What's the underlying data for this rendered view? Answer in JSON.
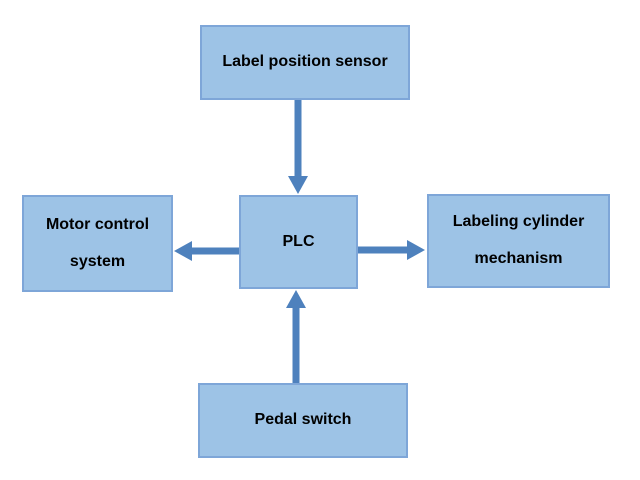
{
  "diagram": {
    "type": "block-diagram",
    "nodes": [
      {
        "id": "label-position-sensor",
        "label": "Label position sensor"
      },
      {
        "id": "plc",
        "label": "PLC"
      },
      {
        "id": "motor-control-system",
        "label": "Motor control system"
      },
      {
        "id": "labeling-cylinder-mechanism",
        "label": "Labeling cylinder mechanism"
      },
      {
        "id": "pedal-switch",
        "label": "Pedal switch"
      }
    ],
    "edges": [
      {
        "from": "label-position-sensor",
        "to": "plc",
        "direction": "down"
      },
      {
        "from": "plc",
        "to": "motor-control-system",
        "direction": "left"
      },
      {
        "from": "plc",
        "to": "labeling-cylinder-mechanism",
        "direction": "right"
      },
      {
        "from": "pedal-switch",
        "to": "plc",
        "direction": "up"
      }
    ],
    "colors": {
      "node_fill": "#9DC3E6",
      "node_border": "#7EA6D8",
      "arrow": "#4E81BD",
      "text": "#000000",
      "background": "#FFFFFF"
    }
  }
}
